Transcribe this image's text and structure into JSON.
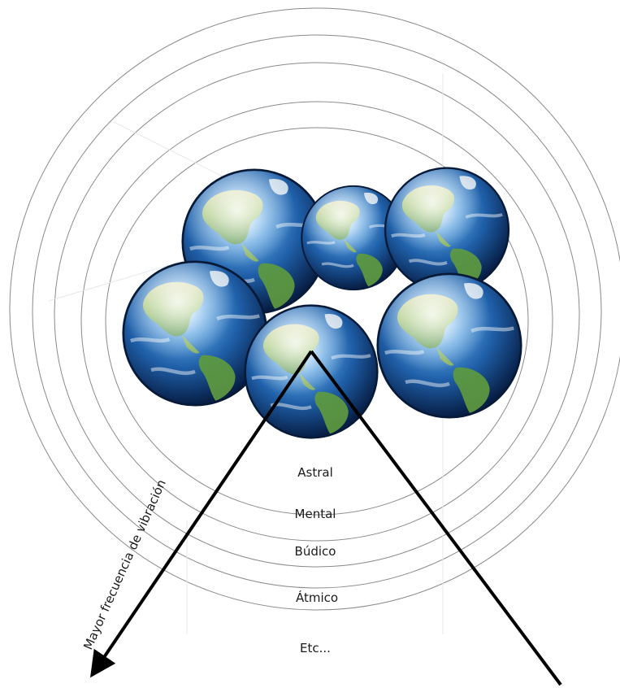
{
  "rings": {
    "labels": [
      "Astral",
      "Mental",
      "Búdico",
      "Átmico",
      "Etc..."
    ]
  },
  "axis": {
    "label": "Mayor frecuencia de vibración"
  },
  "globes": {
    "count": 6,
    "icon": "earth-globe-icon"
  },
  "colors": {
    "ring_stroke": "#8a8a8a",
    "arrow": "#000000",
    "ocean": "#1f5fa8",
    "land": "#7fb24a"
  }
}
